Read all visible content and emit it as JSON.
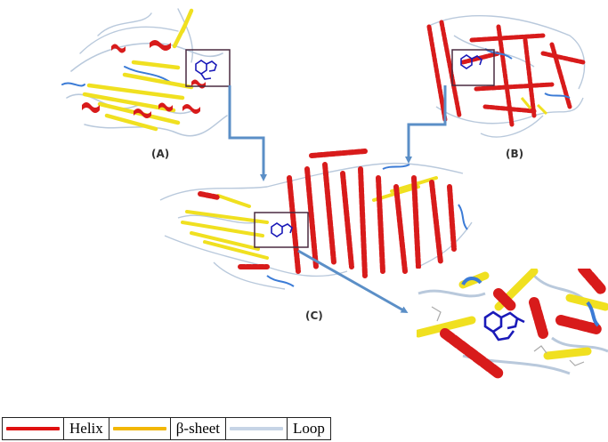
{
  "panels": {
    "a_label": "(A)",
    "b_label": "(B)",
    "c_label": "(C)"
  },
  "colors": {
    "helix": "#d81b1b",
    "sheet": "#f0e020",
    "loop": "#b9c9dc",
    "loop_blue": "#3b7bd6",
    "ligand": "#1a1ab8",
    "box": "#4a2a40",
    "arrow": "#5b8fc7"
  },
  "legend": {
    "items": [
      {
        "name": "helix",
        "label": "Helix",
        "color": "#e01010"
      },
      {
        "name": "sheet",
        "label": "β-sheet",
        "color": "#f2b705"
      },
      {
        "name": "loop",
        "label": "Loop",
        "color": "#c6d4e6"
      }
    ]
  }
}
